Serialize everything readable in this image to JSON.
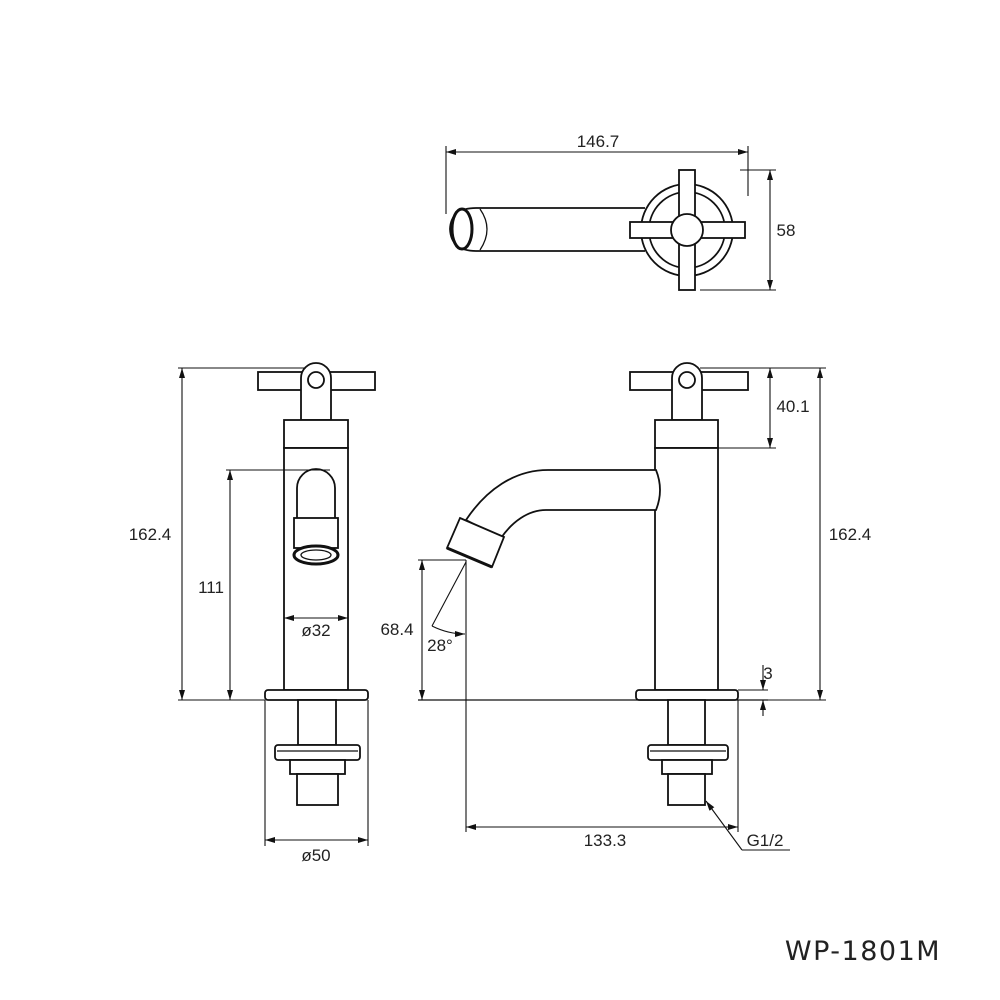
{
  "dimensions": {
    "top_width": "146.7",
    "top_depth": "58",
    "handle_height": "40.1",
    "total_height_front": "162.4",
    "total_height_side": "162.4",
    "spout_height_front": "111",
    "body_diameter": "ø32",
    "spout_outlet_height": "68.4",
    "spout_angle": "28°",
    "flange_thickness": "3",
    "spout_reach": "133.3",
    "thread": "G1/2",
    "base_diameter": "ø50"
  },
  "model": "WP-1801M"
}
